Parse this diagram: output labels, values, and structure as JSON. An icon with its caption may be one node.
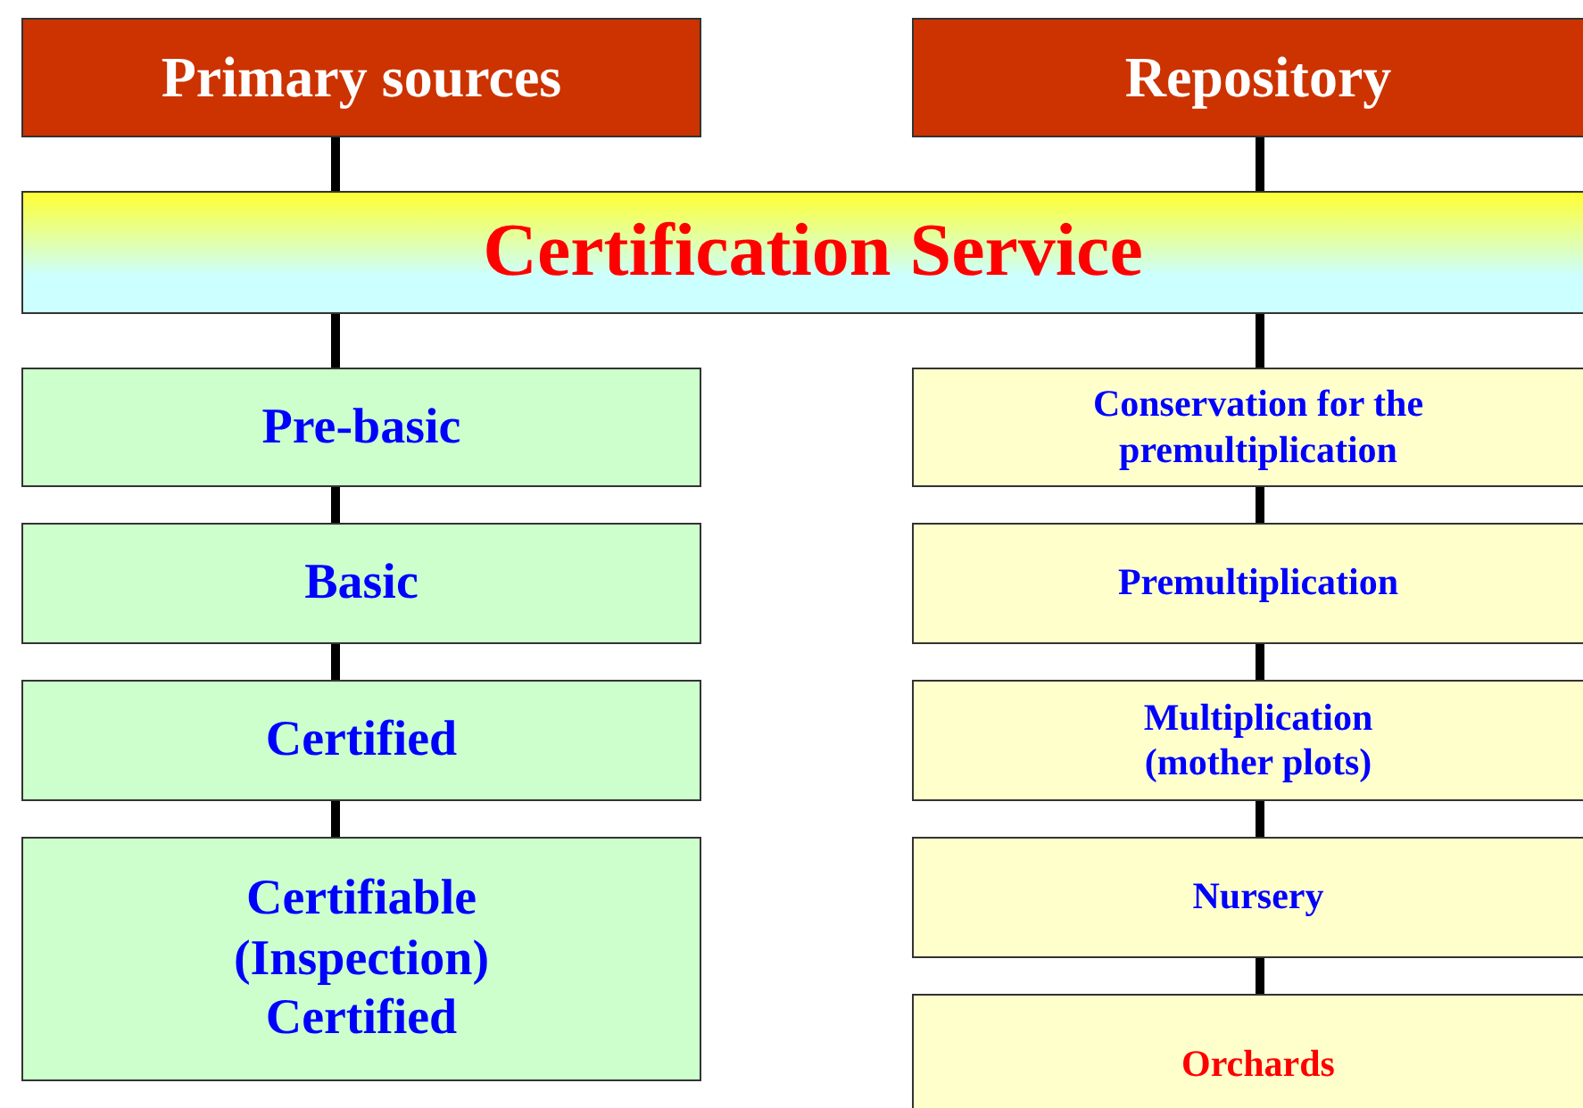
{
  "diagram": {
    "nodes": [
      {
        "text": [
          "Primary sources"
        ]
      },
      {
        "text": [
          "Repository"
        ]
      },
      {
        "text": [
          "Certification Service"
        ]
      },
      {
        "text": [
          "Pre-basic"
        ]
      },
      {
        "text": [
          "Basic"
        ]
      },
      {
        "text": [
          "Certified"
        ]
      },
      {
        "text": [
          "Certifiable (Inspection) Certified"
        ]
      },
      {
        "text": [
          "Conservation for the premultiplication"
        ]
      },
      {
        "text": [
          "Premultiplication"
        ]
      },
      {
        "text": [
          "Multiplication (mother plots)"
        ]
      },
      {
        "text": [
          "Nursery"
        ]
      },
      {
        "text": [
          "Orchards"
        ]
      }
    ],
    "edges": [
      {
        "from": 0,
        "to": 2,
        "arrow": "none"
      },
      {
        "from": 1,
        "to": 2,
        "arrow": "none"
      },
      {
        "from": 2,
        "to": 3,
        "arrow": "none"
      },
      {
        "from": 2,
        "to": 7,
        "arrow": "none"
      },
      {
        "from": 3,
        "to": 4,
        "arrow": "none"
      },
      {
        "from": 4,
        "to": 5,
        "arrow": "none"
      },
      {
        "from": 5,
        "to": 6,
        "arrow": "none"
      },
      {
        "from": 7,
        "to": 8,
        "arrow": "none"
      },
      {
        "from": 8,
        "to": 9,
        "arrow": "none"
      },
      {
        "from": 9,
        "to": 10,
        "arrow": "none"
      },
      {
        "from": 10,
        "to": 11,
        "arrow": "none"
      }
    ]
  }
}
